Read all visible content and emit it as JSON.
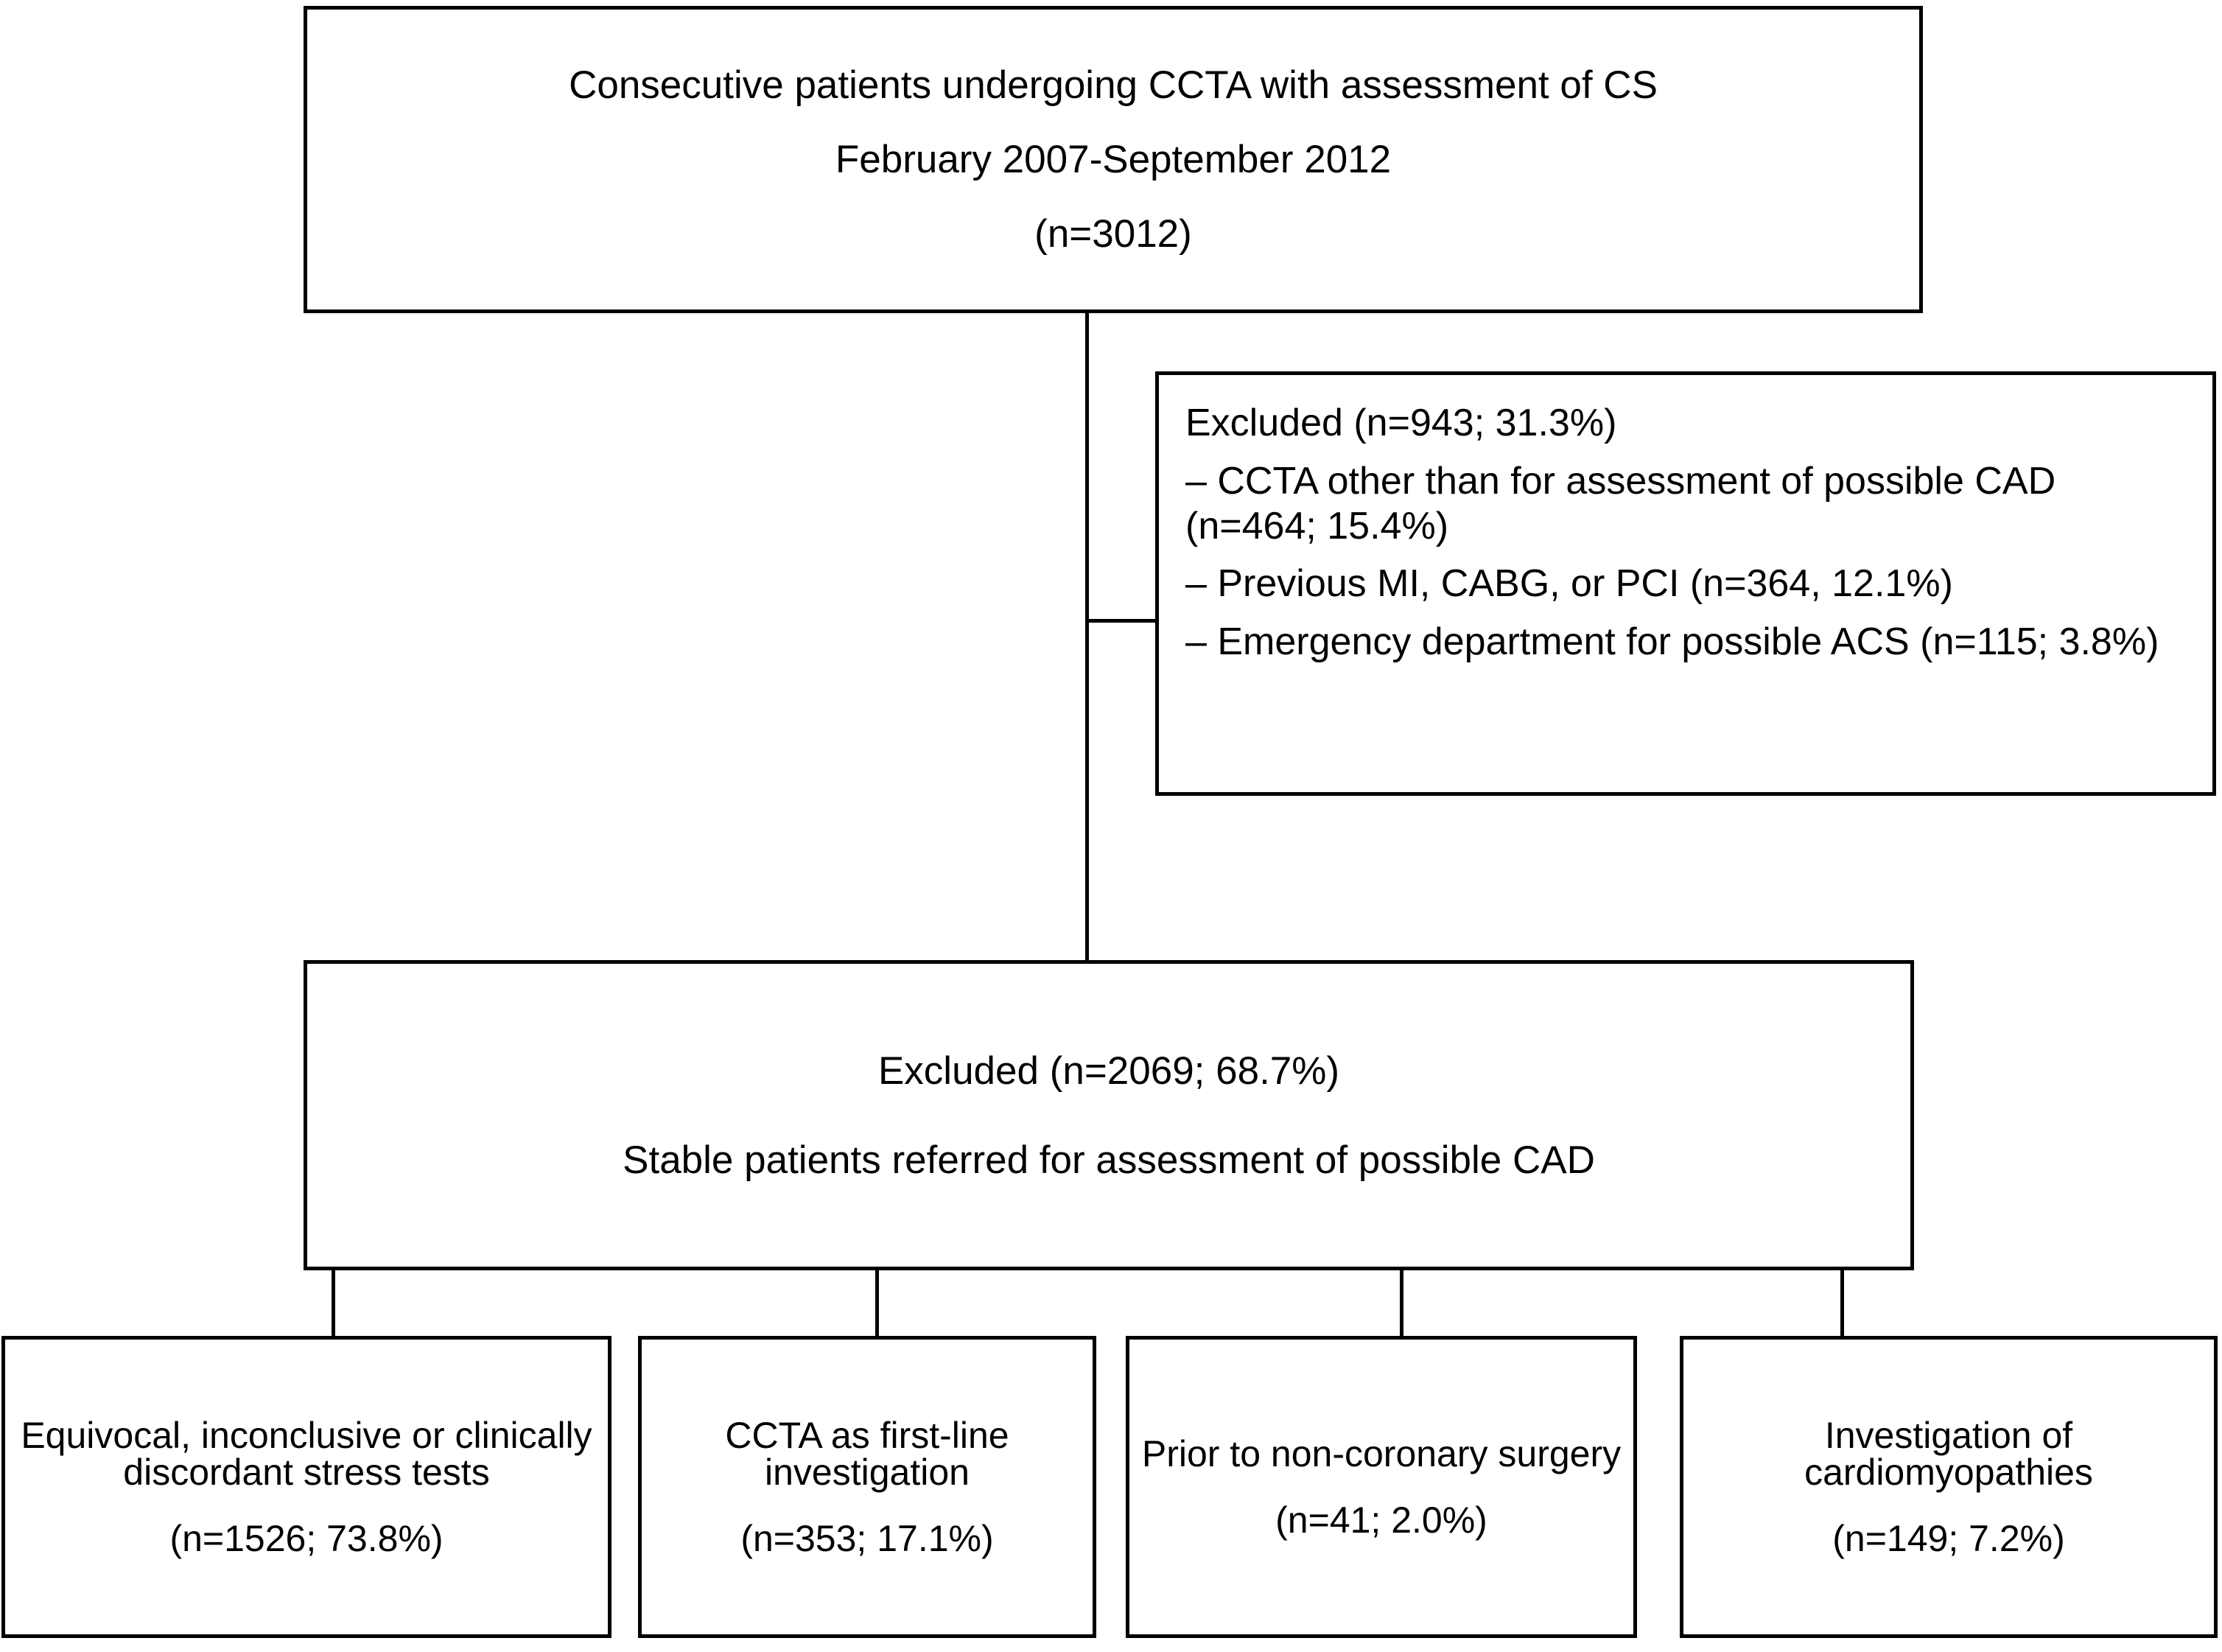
{
  "figure": {
    "type": "flowchart",
    "title": "Patient selection flow diagram",
    "stroke_color": "#000000",
    "background_color": "#ffffff"
  },
  "nodes": {
    "cohort": {
      "name": "consecutive-patients-cohort",
      "lines": [
        "Consecutive patients undergoing CCTA with assessment of CS",
        "February 2007-September 2012",
        "(n=3012)"
      ]
    },
    "excluded_criteria": {
      "name": "excluded-criteria",
      "lines": [
        "Excluded (n=943; 31.3%)",
        "– CCTA other than for assessment of possible CAD (n=464; 15.4%)",
        "– Previous MI, CABG, or PCI (n=364, 12.1%)",
        "– Emergency department for possible ACS (n=115; 3.8%)"
      ]
    },
    "excluded_stable": {
      "name": "excluded-stable-patients",
      "lines": [
        "Excluded (n=2069; 68.7%)",
        "Stable patients referred for assessment of possible CAD"
      ]
    },
    "leaves": [
      {
        "name": "leaf-equivocal-stress-tests",
        "lines": [
          "Equivocal, inconclusive or clinically discordant stress tests",
          "(n=1526; 73.8%)"
        ]
      },
      {
        "name": "leaf-ccta-first-line",
        "lines": [
          "CCTA as first-line investigation",
          "(n=353; 17.1%)"
        ]
      },
      {
        "name": "leaf-prior-non-coronary-surgery",
        "lines": [
          "Prior to non-coronary surgery",
          "(n=41; 2.0%)"
        ]
      },
      {
        "name": "leaf-investigation-cardiomyopathies",
        "lines": [
          "Investigation of cardiomyopathies",
          "(n=149; 7.2%)"
        ]
      }
    ]
  }
}
